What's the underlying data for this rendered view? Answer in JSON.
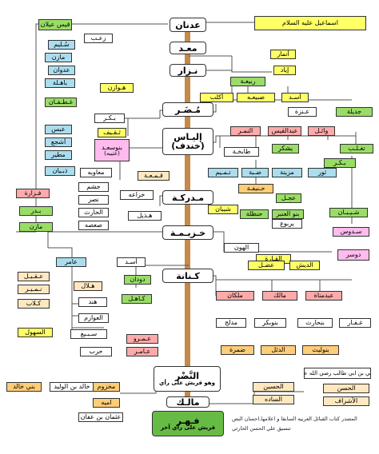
{
  "nodes": {
    "adnan": "عدنان",
    "maad": "معـد",
    "nizar": "نـزار",
    "mudar": "مُـضَـر",
    "ilyas": "إليـاس",
    "khindif": "(خندف)",
    "mudrika": "مـدركـة",
    "khuzayma": "خـزيـمـة",
    "kinana": "كـنانة",
    "nadr": "النَّضْر",
    "nadr_note": "وهو قريش على رأي",
    "malik": "مالـك",
    "fihr": "فـهـر",
    "fihr_note": "قريش على رأي آخر",
    "ismail": "اسماعيل عليه السلام",
    "anmar": "أنمار",
    "iyad": "إياد",
    "rabia": "ربيعـة",
    "aklub": "أكلب",
    "dubaya": "ضبيعـه",
    "asad": "أسـد",
    "jadila": "جديلة",
    "anaza": "عـنزة",
    "namir": "النمـر",
    "abdulqays": "عبدالقيس",
    "wail": "وائـل",
    "taghlib": "تغـلـب",
    "tabikha": "طابخـة",
    "yashkur": "يشكر",
    "bakr": "بـكـر",
    "tamim": "تـمـيم",
    "dabba": "ضـبة",
    "muzayna": "مزينة",
    "thawr": "ثور",
    "hanifa": "حـنيفـة",
    "ijl": "عجـل",
    "shaybani": "شيبان",
    "hanzala": "حنظلة",
    "banu_anbar": "بنو العنبر",
    "shayban": "شـيـبـان",
    "yarbu": "يربوع",
    "sadus": "سـدوس",
    "dawsar": "دوسر",
    "al_hun": "الهون",
    "qara": "القـارة",
    "adal": "عضـل",
    "daysh": "الديش",
    "malakan": "ملكان",
    "malik_kinana": "مالك",
    "abdmanat": "عبدمناة",
    "mudlij": "مدلج",
    "banu_bakr": "بنوبكر",
    "banu_harith": "بنحارث",
    "ghifar": "غـفـار",
    "damra": "ضمرة",
    "dil": "الدئل",
    "banu_layth": "بنوليث",
    "ali": "علي بن ابي طالب رضي الله عنه",
    "husayn": "الحسين",
    "hasan": "الحسن",
    "sada": "الساده",
    "ashraf": "الأشراف",
    "qays_aylan": "قيس عيلان",
    "zaab": "زعـب",
    "sulaym": "سُـليم",
    "mazin": "مازن",
    "adwan": "عدوان",
    "bahila": "باهـلة",
    "hawazin": "هـوازن",
    "ghatafan": "غـطـفـان",
    "bakr_hawazin": "بـكـر",
    "abs": "عبس",
    "thaqif": "ثـقـيف",
    "ashja": "أشجع",
    "banu_saad": "بنوسعـد",
    "banu_saad_note": "(عتيبه)",
    "mutayr": "مطير",
    "dhubyan": "ذبـيان",
    "muawiya": "معاويه",
    "qama": "قـمـعـة",
    "fazara": "فـزارة",
    "jusham": "جشم",
    "khuzaa": "خزاعه",
    "nasr": "نصر",
    "badr": "بـدر",
    "harith_hawazin": "الحارث",
    "hudhayl": "هـذيل",
    "mazin_fazara": "مازن",
    "sasaa": "صعصه",
    "amir": "عامر",
    "asad_khuzayma": "أسـد",
    "aqil": "عـقـيـل",
    "dudan": "دودان",
    "numayr": "نـمـيـر",
    "hilal": "هـلال",
    "kahil": "كـاهـل",
    "kilab": "كـلاب",
    "hind": "هند",
    "awazim": "العوازم",
    "suhul": "السهول",
    "subay": "سـبـيع",
    "amr": "عـمـرو",
    "amir_kinana": "عـامـر",
    "harb": "حرب",
    "bani_khalid": "بني خالد",
    "khalid_walid": "خالد بن الوليد",
    "makhzum": "مخزوم",
    "umayya": "اميه",
    "uthman": "عثمان بن عفان"
  },
  "notes": {
    "source": "المصدر كتاب القبائل العربيه السابقا و اعلامها,احسان النص",
    "author": "تنسيق علي الحسن الحارثي"
  },
  "colors": {
    "trunk": "#c58a4a",
    "yellow": "#ffff66",
    "green": "#99dd66",
    "blue": "#aaddee",
    "pink": "#ffaaaa",
    "orange": "#ffcc77"
  }
}
